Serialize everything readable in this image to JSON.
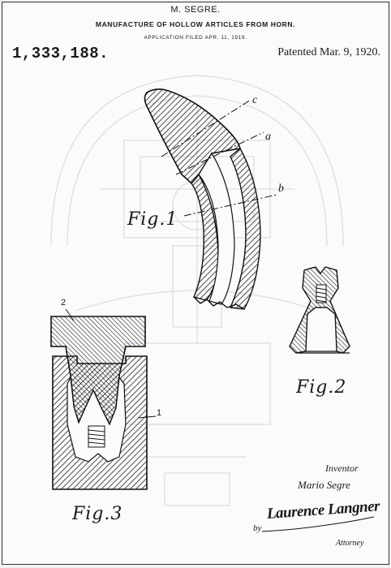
{
  "header": {
    "inventor": "M. SEGRE.",
    "title": "MANUFACTURE OF HOLLOW ARTICLES FROM HORN.",
    "filed": "APPLICATION FILED APR. 11, 1919."
  },
  "patent_number": "1,333,188.",
  "patent_date": "Patented Mar. 9, 1920.",
  "figures": {
    "fig1": "Fig.1",
    "fig2": "Fig.2",
    "fig3": "Fig.3"
  },
  "reference_letters": {
    "c": "c",
    "a": "a",
    "b": "b"
  },
  "reference_numbers": {
    "n2": "2",
    "n1": "1"
  },
  "signature": {
    "inventor_label": "Inventor",
    "inventor_name": "Mario Segre",
    "by": "by",
    "attorney_name": "Laurence Langner",
    "attorney_label": "Attorney"
  }
}
